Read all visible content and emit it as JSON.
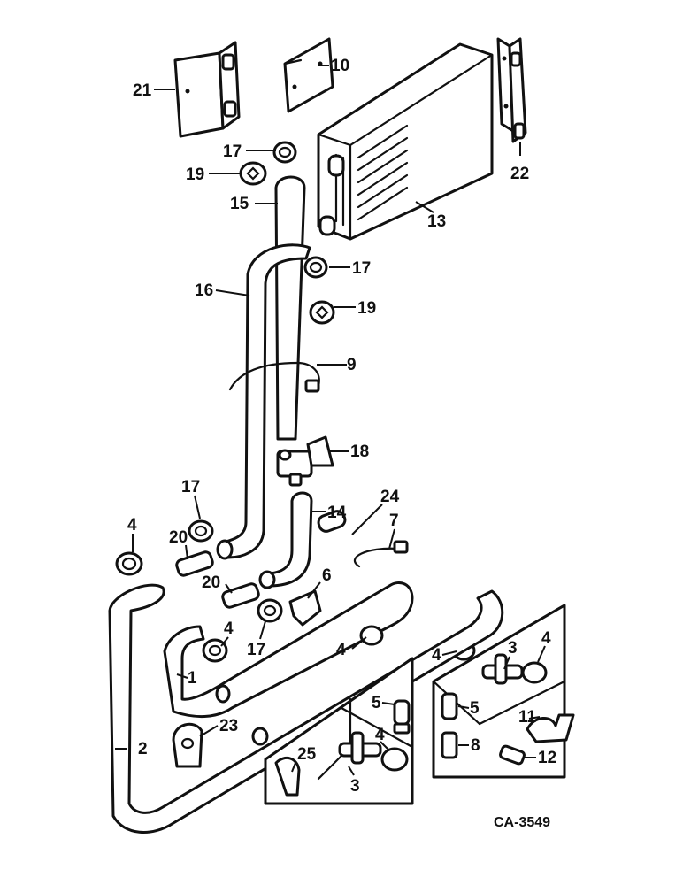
{
  "diagram_code": "CA-3549",
  "callouts": {
    "c21": "21",
    "c10": "10",
    "c22": "22",
    "c17a": "17",
    "c19a": "19",
    "c15": "15",
    "c13": "13",
    "c17b": "17",
    "c16": "16",
    "c19b": "19",
    "c9": "9",
    "c18": "18",
    "c17c": "17",
    "c14": "14",
    "c24": "24",
    "c7": "7",
    "c4a": "4",
    "c20a": "20",
    "c20b": "20",
    "c6": "6",
    "c4b": "4",
    "c17d": "17",
    "c4c": "4",
    "c4d": "4",
    "c3a": "3",
    "c4e": "4",
    "c1": "1",
    "c5a": "5",
    "c5b": "5",
    "c11": "11",
    "c23": "23",
    "c2": "2",
    "c8": "8",
    "c4f": "4",
    "c25": "25",
    "c3b": "3",
    "c12": "12"
  }
}
